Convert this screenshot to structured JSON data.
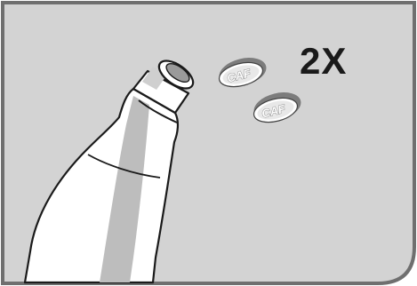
{
  "instruction": {
    "multiplier": "2X",
    "tablets": [
      {
        "label": "CAF"
      },
      {
        "label": "CAF"
      }
    ]
  }
}
